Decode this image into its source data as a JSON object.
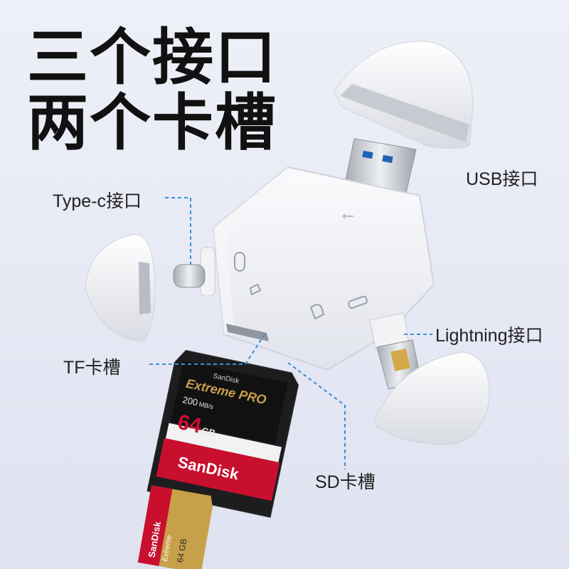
{
  "headline": {
    "line1": "三个接口",
    "line2": "两个卡槽"
  },
  "callouts": {
    "usb": "USB接口",
    "typec": "Type-c接口",
    "lightning": "Lightning接口",
    "tf": "TF卡槽",
    "sd": "SD卡槽"
  },
  "sd_card": {
    "brand_small": "SanDisk",
    "series": "Extreme PRO",
    "speed": "200",
    "speed_unit": "MB/s",
    "capacity": "64",
    "capacity_unit": "GB",
    "brand": "SanDisk"
  },
  "micro_card": {
    "brand": "SanDisk",
    "series": "Extreme",
    "capacity": "64 GB"
  },
  "colors": {
    "callout_line": "#3b8fd6",
    "sd_red": "#c8102e",
    "sd_gold": "#c9a04a"
  }
}
